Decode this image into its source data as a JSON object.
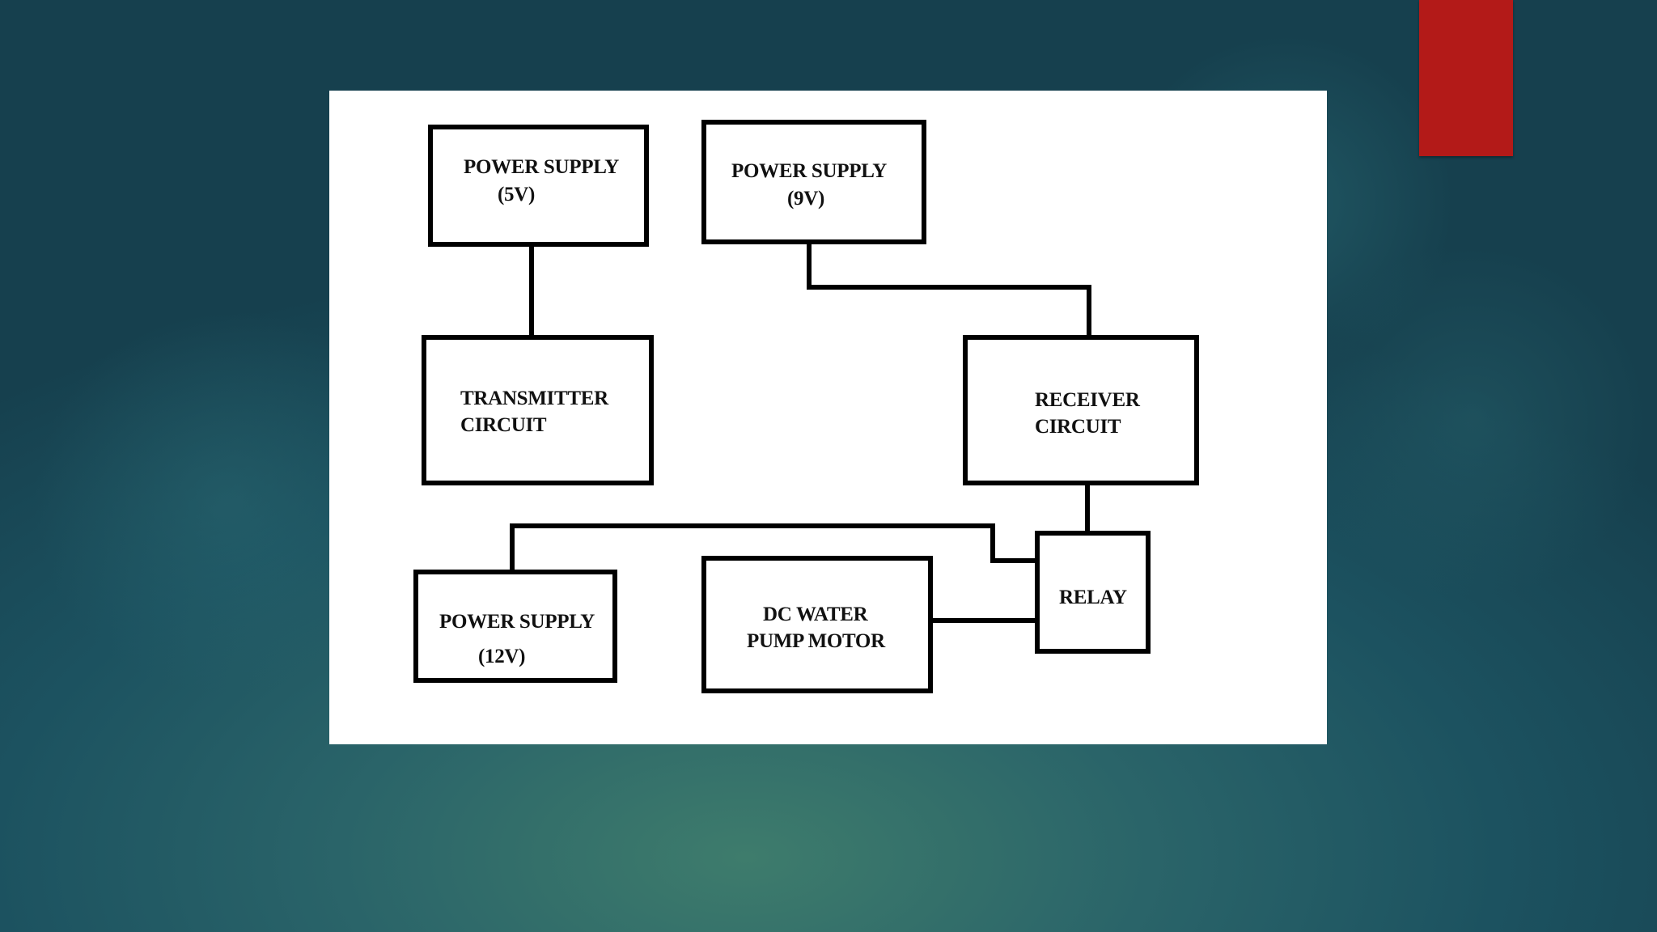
{
  "diagram": {
    "blocks": {
      "ps5": {
        "line1": "POWER SUPPLY",
        "line2": "(5V)"
      },
      "ps9": {
        "line1": "POWER SUPPLY",
        "line2": "(9V)"
      },
      "transmitter": {
        "line1": "TRANSMITTER",
        "line2": "CIRCUIT"
      },
      "receiver": {
        "line1": "RECEIVER",
        "line2": "CIRCUIT"
      },
      "relay": {
        "line1": "RELAY"
      },
      "ps12": {
        "line1": "POWER SUPPLY",
        "line2": "(12V)"
      },
      "pump": {
        "line1": "DC WATER",
        "line2": "PUMP MOTOR"
      }
    },
    "connections": [
      {
        "from": "POWER SUPPLY (5V)",
        "to": "TRANSMITTER CIRCUIT"
      },
      {
        "from": "POWER SUPPLY (9V)",
        "to": "RECEIVER CIRCUIT"
      },
      {
        "from": "RECEIVER CIRCUIT",
        "to": "RELAY"
      },
      {
        "from": "POWER SUPPLY (12V)",
        "to": "RELAY"
      },
      {
        "from": "DC WATER PUMP MOTOR",
        "to": "RELAY"
      }
    ]
  },
  "colors": {
    "accent_tab": "#b31a18",
    "block_border": "#000000",
    "canvas_bg": "#ffffff"
  }
}
